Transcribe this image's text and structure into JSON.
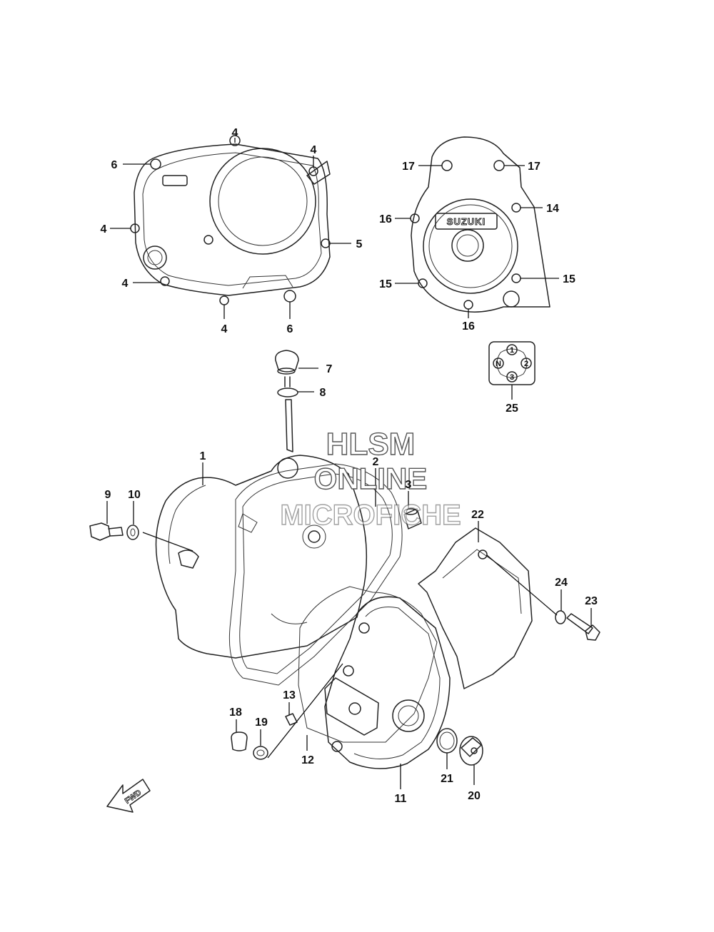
{
  "watermark": {
    "line1": "HLSM",
    "line2": "ONLINE",
    "line3": "MICROFICHE"
  },
  "brand_text": "SUZUKI",
  "gear_indicator": {
    "neutral": "N",
    "g1": "1",
    "g2": "2",
    "g3": "3"
  },
  "fwd_label": "FWD",
  "callouts": [
    "4",
    "4",
    "6",
    "4",
    "5",
    "4",
    "4",
    "6",
    "17",
    "17",
    "16",
    "14",
    "15",
    "15",
    "16",
    "7",
    "8",
    "25",
    "1",
    "2",
    "3",
    "9",
    "10",
    "22",
    "24",
    "23",
    "13",
    "18",
    "19",
    "12",
    "11",
    "21",
    "20"
  ]
}
